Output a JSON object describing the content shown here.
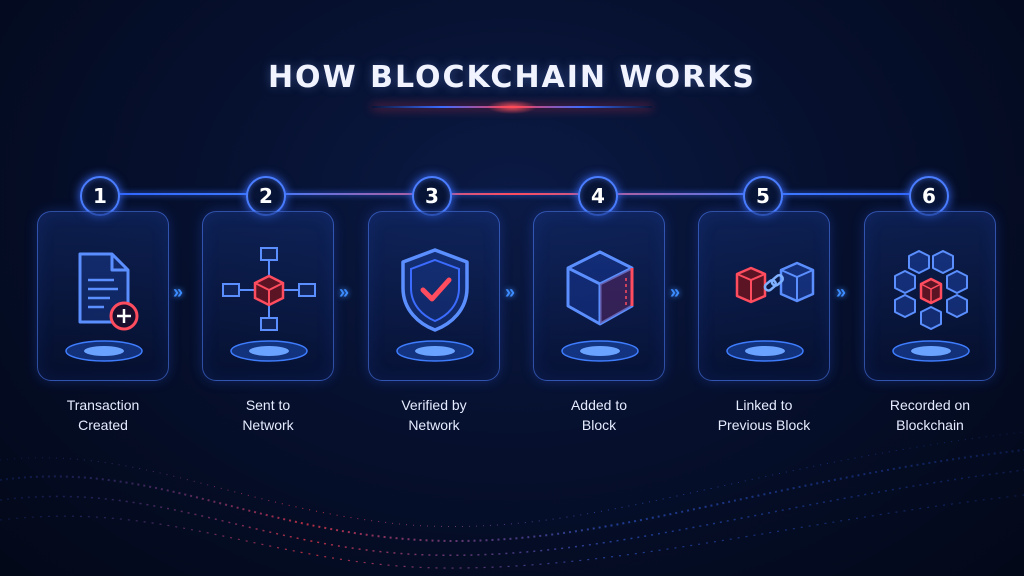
{
  "title": "HOW BLOCKCHAIN WORKS",
  "steps": [
    {
      "number": "1",
      "label_line1": "Transaction",
      "label_line2": "Created",
      "icon": "document-plus-icon"
    },
    {
      "number": "2",
      "label_line1": "Sent to",
      "label_line2": "Network",
      "icon": "network-nodes-icon"
    },
    {
      "number": "3",
      "label_line1": "Verified by",
      "label_line2": "Network",
      "icon": "shield-check-icon"
    },
    {
      "number": "4",
      "label_line1": "Added to",
      "label_line2": "Block",
      "icon": "cube-icon"
    },
    {
      "number": "5",
      "label_line1": "Linked to",
      "label_line2": "Previous Block",
      "icon": "linked-blocks-icon"
    },
    {
      "number": "6",
      "label_line1": "Recorded on",
      "label_line2": "Blockchain",
      "icon": "block-cluster-icon"
    }
  ],
  "arrow_glyph": "»",
  "colors": {
    "accent_blue": "#3b6cff",
    "accent_red": "#ff3b4f",
    "background": "#06102e"
  }
}
